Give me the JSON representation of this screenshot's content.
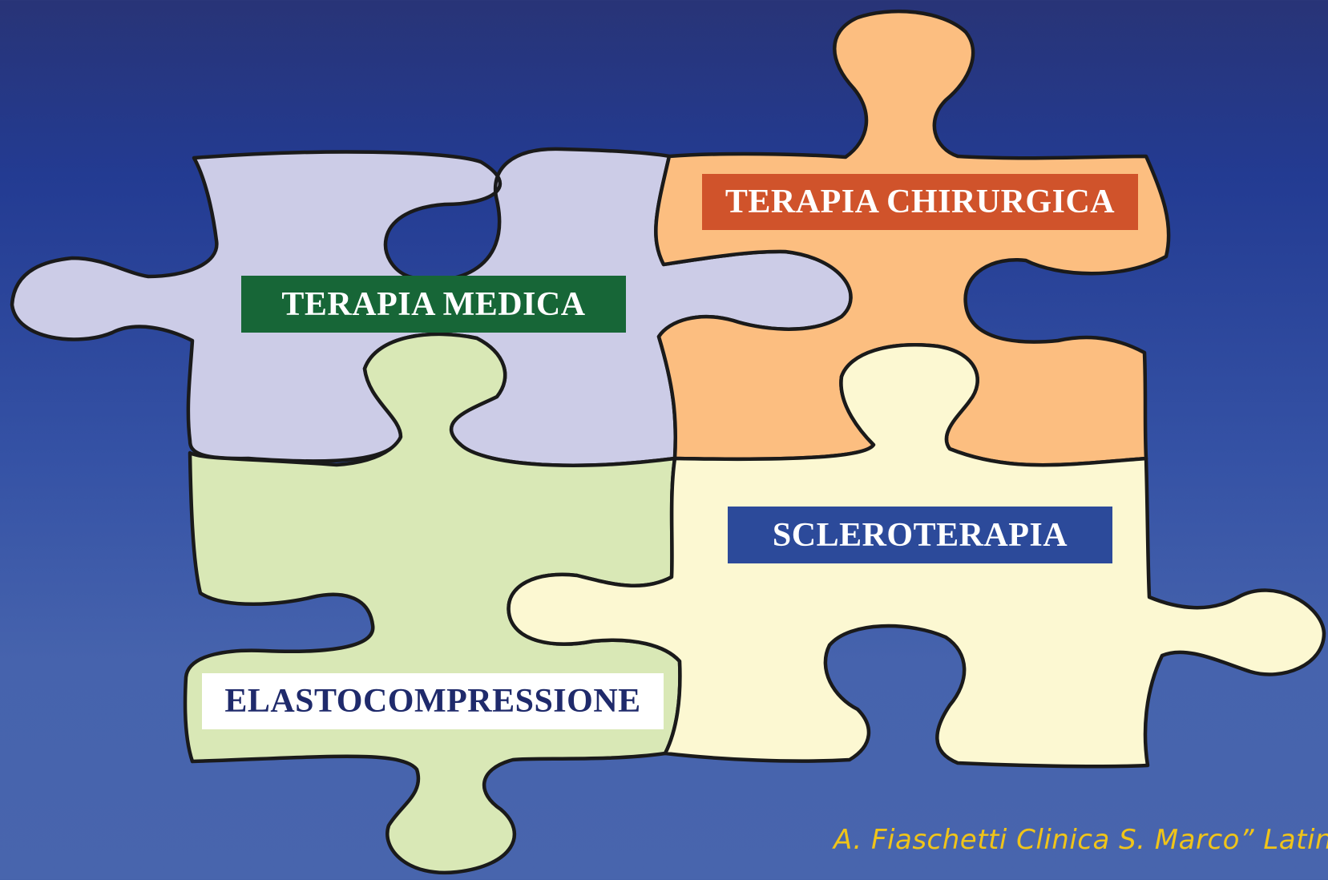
{
  "pieces": [
    {
      "id": "terapia-medica",
      "label": "TERAPIA MEDICA",
      "piece_color": "#cccce7",
      "label_bg": "#176637",
      "label_color": "#ffffff"
    },
    {
      "id": "terapia-chirurgica",
      "label": "TERAPIA CHIRURGICA",
      "piece_color": "#fcbe80",
      "label_bg": "#d0532b",
      "label_color": "#ffffff"
    },
    {
      "id": "elastocompressione",
      "label": "ELASTOCOMPRESSIONE",
      "piece_color": "#d9e8b6",
      "label_bg": "#ffffff",
      "label_color": "#1f2a6b"
    },
    {
      "id": "scleroterapia",
      "label": "SCLEROTERAPIA",
      "piece_color": "#fcf8d2",
      "label_bg": "#2c4a9a",
      "label_color": "#ffffff"
    }
  ],
  "footer": {
    "credit": "A. Fiaschetti Clinica S. Marco” Latina",
    "color": "#f0c419"
  },
  "colors": {
    "outline": "#1a1a1a"
  }
}
